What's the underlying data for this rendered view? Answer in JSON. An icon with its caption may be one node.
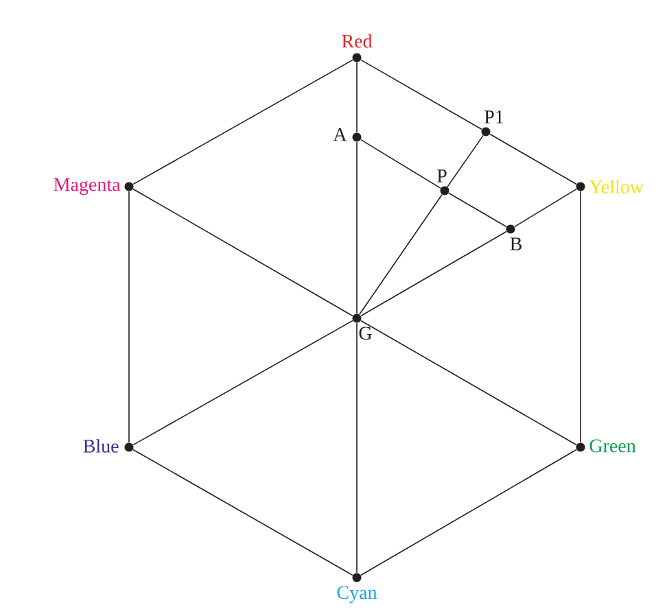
{
  "diagram": {
    "nodes": [
      {
        "text": [],
        "shape": "circle",
        "beside": [
          "Red"
        ]
      },
      {
        "text": [],
        "shape": "circle",
        "beside": [
          "P1"
        ]
      },
      {
        "text": [],
        "shape": "circle",
        "beside": [
          "A"
        ]
      },
      {
        "text": [],
        "shape": "circle",
        "beside": [
          "P"
        ]
      },
      {
        "text": [],
        "shape": "circle",
        "beside": [
          "Yellow"
        ]
      },
      {
        "text": [],
        "shape": "circle",
        "beside": [
          "Magenta"
        ]
      },
      {
        "text": [],
        "shape": "circle",
        "beside": [
          "B"
        ]
      },
      {
        "text": [],
        "shape": "circle",
        "beside": [
          "G"
        ]
      },
      {
        "text": [],
        "shape": "circle",
        "beside": [
          "Blue"
        ]
      },
      {
        "text": [],
        "shape": "circle",
        "beside": [
          "Green"
        ]
      },
      {
        "text": [],
        "shape": "circle",
        "beside": [
          "Cyan"
        ]
      }
    ],
    "edges": [
      {
        "from": 0,
        "to": 1,
        "arrow": "none"
      },
      {
        "from": 1,
        "to": 4,
        "arrow": "none"
      },
      {
        "from": 0,
        "to": 5,
        "arrow": "none"
      },
      {
        "from": 5,
        "to": 8,
        "arrow": "none"
      },
      {
        "from": 8,
        "to": 10,
        "arrow": "none"
      },
      {
        "from": 10,
        "to": 9,
        "arrow": "none"
      },
      {
        "from": 9,
        "to": 4,
        "arrow": "none"
      },
      {
        "from": 0,
        "to": 2,
        "arrow": "none"
      },
      {
        "from": 2,
        "to": 7,
        "arrow": "none"
      },
      {
        "from": 7,
        "to": 10,
        "arrow": "none"
      },
      {
        "from": 5,
        "to": 7,
        "arrow": "none"
      },
      {
        "from": 7,
        "to": 9,
        "arrow": "none"
      },
      {
        "from": 8,
        "to": 7,
        "arrow": "none"
      },
      {
        "from": 7,
        "to": 6,
        "arrow": "none"
      },
      {
        "from": 6,
        "to": 4,
        "arrow": "none"
      },
      {
        "from": 2,
        "to": 3,
        "arrow": "none"
      },
      {
        "from": 3,
        "to": 6,
        "arrow": "none"
      },
      {
        "from": 7,
        "to": 3,
        "arrow": "none"
      },
      {
        "from": 3,
        "to": 1,
        "arrow": "none"
      }
    ]
  }
}
